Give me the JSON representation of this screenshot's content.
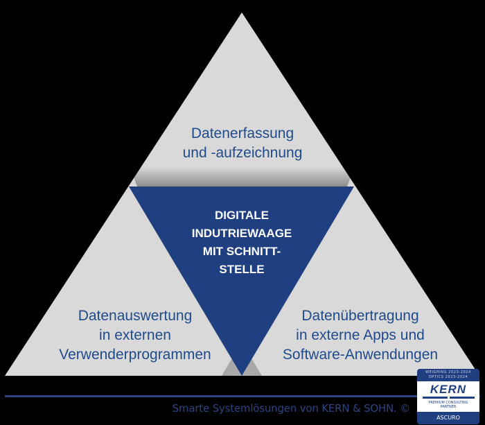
{
  "diagram": {
    "type": "triangle-of-four",
    "colors": {
      "background": "#000000",
      "outer_triangle": "#d9d9d9",
      "inner_triangle": "#1f3f80",
      "label_text": "#1f4a8c",
      "center_text": "#ffffff",
      "footer_rule": "#2d4482"
    },
    "top_segment": {
      "lines": [
        "Datenerfassung",
        "und -aufzeichnung"
      ]
    },
    "left_segment": {
      "lines": [
        "Datenauswertung",
        "in externen",
        "Verwenderprogrammen"
      ]
    },
    "right_segment": {
      "lines": [
        "Datenübertragung",
        "in externe Apps und",
        "Software-Anwendungen"
      ]
    },
    "center_segment": {
      "lines": [
        "DIGITALE",
        "INDUTRIEWAAGE",
        "MIT SCHNITT-",
        "STELLE"
      ]
    }
  },
  "footer": {
    "text": "Smarte Systemlösungen von KERN & SOHN. ©"
  },
  "badge": {
    "top_line_1": "WEIGHING 2023-2024",
    "top_line_2": "OPTICS 2023-2024",
    "brand": "KERN",
    "subtitle_1": "PREMIUM CONSULTING",
    "subtitle_2": "PARTNER",
    "bottom": "ASCURO"
  }
}
